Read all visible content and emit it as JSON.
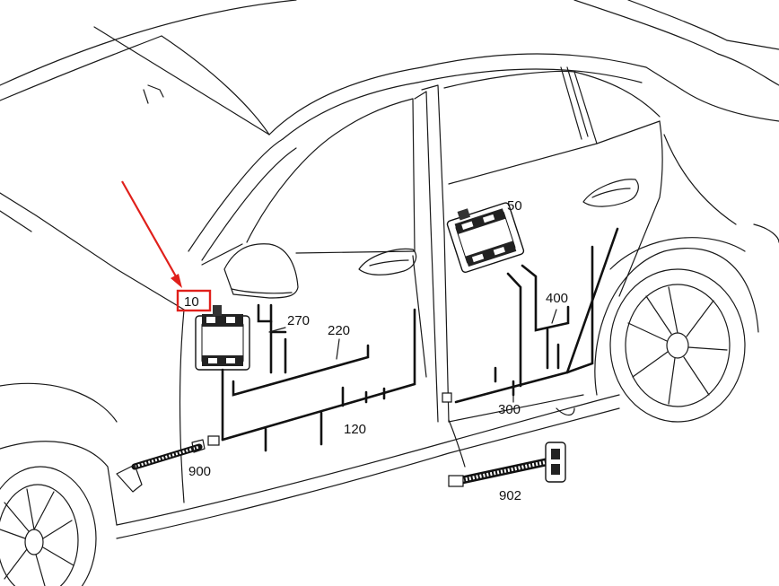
{
  "callouts": {
    "c10": "10",
    "c50": "50",
    "c120": "120",
    "c220": "220",
    "c270": "270",
    "c300": "300",
    "c400": "400",
    "c900": "900",
    "c902": "902"
  },
  "colors": {
    "highlight": "#e0201b",
    "line": "#1a1a1a"
  }
}
